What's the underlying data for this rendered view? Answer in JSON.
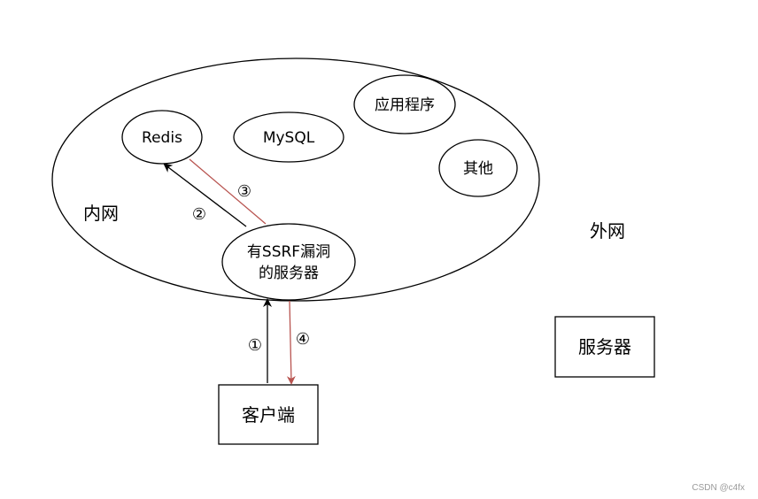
{
  "diagram": {
    "zones": {
      "intranet_label": "内网",
      "internet_label": "外网"
    },
    "nodes": {
      "redis": "Redis",
      "mysql": "MySQL",
      "app": "应用程序",
      "other": "其他",
      "ssrf_server_line1": "有SSRF漏洞",
      "ssrf_server_line2": "的服务器",
      "client": "客户端",
      "external_server": "服务器"
    },
    "steps": {
      "step1": "①",
      "step2": "②",
      "step3": "③",
      "step4": "④"
    },
    "colors": {
      "request_arrow": "#000000",
      "response_arrow": "#b85450"
    }
  },
  "watermark": "CSDN @c4fx"
}
